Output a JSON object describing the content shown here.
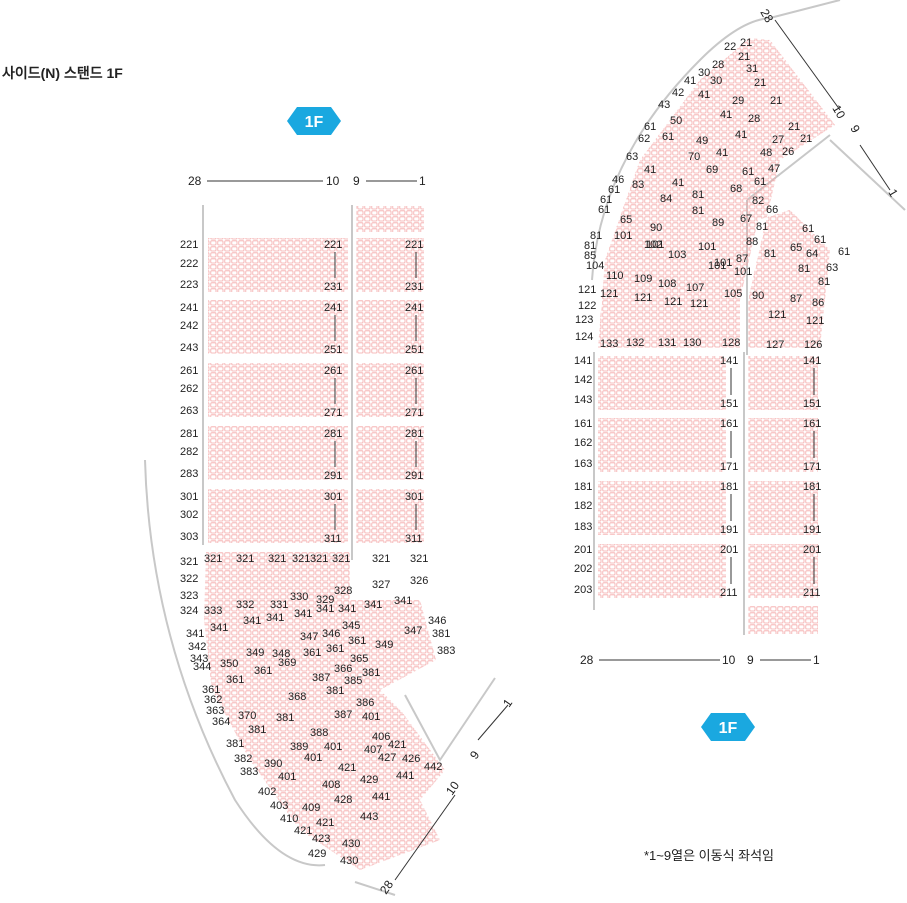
{
  "page_title": "사이드(N) 스탠드 1F",
  "floor_badge": "1F",
  "note": "*1~9열은 이동식 좌석임",
  "colors": {
    "seat": "#f4a6a6",
    "badge": "#1aa8e0",
    "line": "#333333",
    "wall": "#c8c8c8"
  },
  "left_map": {
    "axis": {
      "left_end": "28",
      "left_mid": "10",
      "right_start": "9",
      "right_end": "1"
    },
    "blocks": [
      {
        "left": [
          "221",
          "222",
          "223"
        ],
        "mid_top": "221",
        "mid_bot": "231",
        "right_top": "221",
        "right_bot": "231"
      },
      {
        "left": [
          "241",
          "242",
          "243"
        ],
        "mid_top": "241",
        "mid_bot": "251",
        "right_top": "241",
        "right_bot": "251"
      },
      {
        "left": [
          "261",
          "262",
          "263"
        ],
        "mid_top": "261",
        "mid_bot": "271",
        "right_top": "261",
        "right_bot": "271"
      },
      {
        "left": [
          "281",
          "282",
          "283"
        ],
        "mid_top": "281",
        "mid_bot": "291",
        "right_top": "281",
        "right_bot": "291"
      },
      {
        "left": [
          "301",
          "302",
          "303"
        ],
        "mid_top": "301",
        "mid_bot": "311",
        "right_top": "301",
        "right_bot": "311"
      }
    ],
    "curve_labels": [
      "321",
      "322",
      "323",
      "324",
      "321",
      "321",
      "321",
      "321",
      "321",
      "321",
      "333",
      "332",
      "331",
      "330",
      "329",
      "328",
      "321",
      "327",
      "321",
      "326",
      "341",
      "341",
      "341",
      "341",
      "341",
      "341",
      "347",
      "346",
      "345",
      "341",
      "341",
      "349",
      "347",
      "346",
      "381",
      "341",
      "342",
      "343",
      "344",
      "350",
      "349",
      "348",
      "361",
      "361",
      "361",
      "366",
      "365",
      "381",
      "383",
      "361",
      "361",
      "369",
      "368",
      "387",
      "381",
      "385",
      "361",
      "362",
      "363",
      "364",
      "370",
      "381",
      "381",
      "388",
      "387",
      "386",
      "401",
      "381",
      "382",
      "383",
      "389",
      "390",
      "401",
      "401",
      "406",
      "407",
      "421",
      "426",
      "401",
      "402",
      "403",
      "410",
      "409",
      "408",
      "421",
      "427",
      "441",
      "442",
      "421",
      "423",
      "430",
      "429",
      "430",
      "421",
      "428",
      "429",
      "441",
      "443"
    ],
    "bottom_axis": {
      "end": "28",
      "mid_a": "10",
      "mid_b": "9",
      "start": "1"
    }
  },
  "right_map": {
    "axis": {
      "left_end": "28",
      "left_mid": "10",
      "right_start": "9",
      "right_end": "1"
    },
    "blocks": [
      {
        "left": [
          "141",
          "142",
          "143"
        ],
        "mid_top": "141",
        "mid_bot": "151",
        "right_top": "141",
        "right_bot": "151"
      },
      {
        "left": [
          "161",
          "162",
          "163"
        ],
        "mid_top": "161",
        "mid_bot": "171",
        "right_top": "161",
        "right_bot": "171"
      },
      {
        "left": [
          "181",
          "182",
          "183"
        ],
        "mid_top": "181",
        "mid_bot": "191",
        "right_top": "181",
        "right_bot": "191"
      },
      {
        "left": [
          "201",
          "202",
          "203"
        ],
        "mid_top": "201",
        "mid_bot": "211",
        "right_top": "201",
        "right_bot": "211"
      }
    ],
    "curve_labels": [
      "22",
      "21",
      "21",
      "28",
      "31",
      "41",
      "30",
      "30",
      "42",
      "41",
      "21",
      "43",
      "29",
      "50",
      "41",
      "21",
      "28",
      "61",
      "21",
      "62",
      "61",
      "49",
      "41",
      "27",
      "21",
      "26",
      "63",
      "41",
      "48",
      "41",
      "70",
      "61",
      "47",
      "41",
      "69",
      "61",
      "46",
      "81",
      "68",
      "61",
      "82",
      "61",
      "83",
      "81",
      "67",
      "66",
      "61",
      "84",
      "81",
      "65",
      "90",
      "89",
      "81",
      "101",
      "101",
      "88",
      "81",
      "102",
      "101",
      "87",
      "85",
      "103",
      "101",
      "104",
      "101",
      "101",
      "110",
      "109",
      "108",
      "107",
      "105",
      "121",
      "121",
      "121",
      "121",
      "122",
      "121",
      "123",
      "124",
      "133",
      "132",
      "131",
      "130",
      "128",
      "61",
      "61",
      "65",
      "64",
      "61",
      "81",
      "63",
      "81",
      "81",
      "90",
      "87",
      "86",
      "121",
      "121",
      "127",
      "126"
    ],
    "top_axis": {
      "end": "28",
      "mid_a": "10",
      "mid_b": "9",
      "start": "1"
    }
  }
}
